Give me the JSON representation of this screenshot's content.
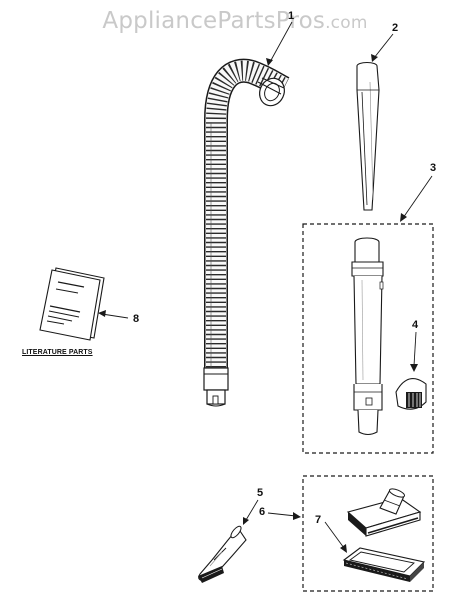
{
  "watermark": {
    "main": "AppliancePartsPros",
    "suffix": ".com"
  },
  "callouts": {
    "c1": "1",
    "c2": "2",
    "c3": "3",
    "c4": "4",
    "c5": "5",
    "c6": "6",
    "c7": "7",
    "c8": "8"
  },
  "literature_label": "LITERATURE PARTS",
  "colors": {
    "line": "#1a1a1a",
    "watermark": "#c9c9c9",
    "hose_fill": "#f4f4f4"
  }
}
